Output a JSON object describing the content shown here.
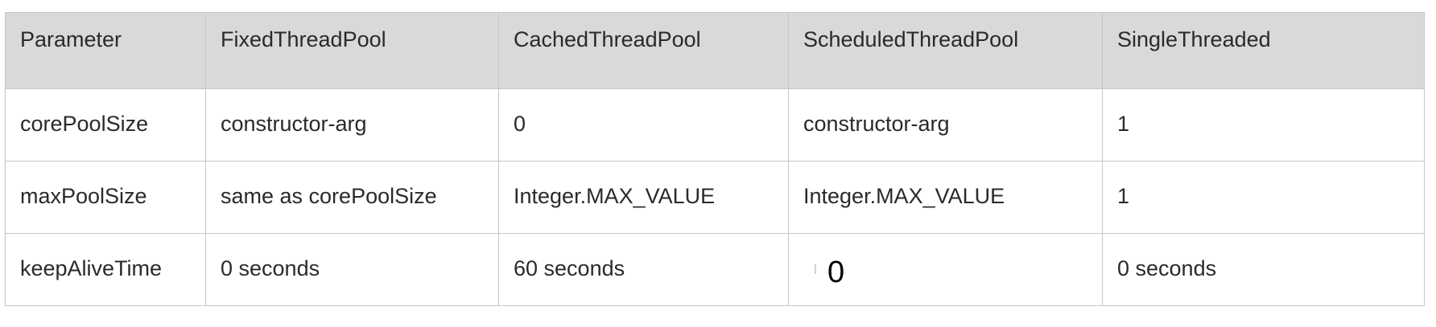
{
  "table": {
    "headers": [
      "Parameter",
      "FixedThreadPool",
      "CachedThreadPool",
      "ScheduledThreadPool",
      "SingleThreaded"
    ],
    "rows": [
      [
        "corePoolSize",
        "constructor-arg",
        "0",
        "constructor-arg",
        "1"
      ],
      [
        "maxPoolSize",
        "same as corePoolSize",
        "Integer.MAX_VALUE",
        "Integer.MAX_VALUE",
        "1"
      ],
      [
        "keepAliveTime",
        "0 seconds",
        "60 seconds",
        "0",
        "0 seconds"
      ]
    ]
  }
}
